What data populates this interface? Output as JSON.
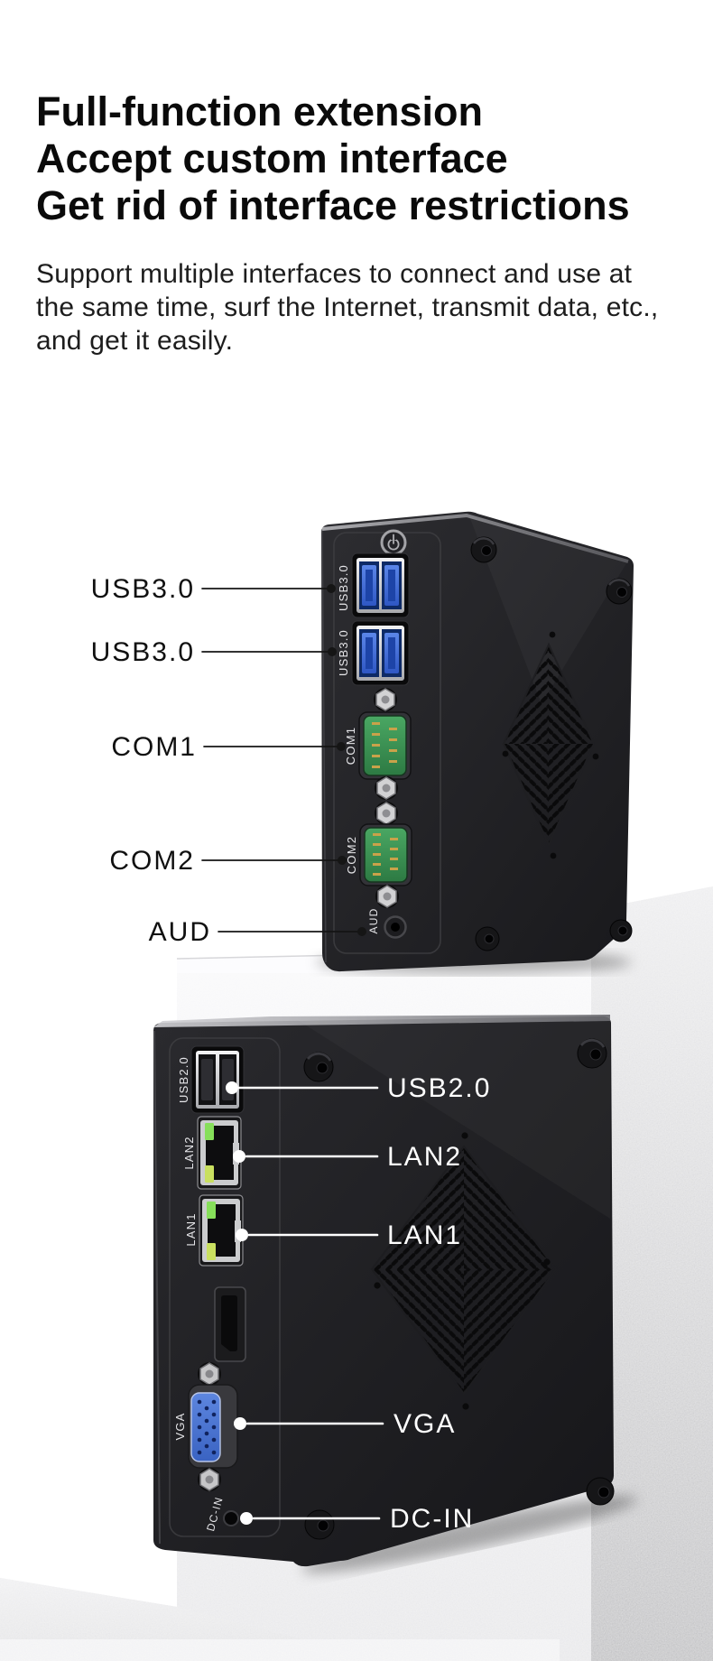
{
  "headline": {
    "line1": "Full-function extension",
    "line2": "Accept custom interface",
    "line3": "Get rid of interface restrictions"
  },
  "description": {
    "line1": "Support multiple interfaces to connect and use at",
    "line2": "the same time, surf the Internet, transmit data, etc.,",
    "line3": "and get it easily."
  },
  "device_top": {
    "labels": {
      "usb3_a": "USB3.0",
      "usb3_b": "USB3.0",
      "com1": "COM1",
      "com2": "COM2",
      "aud": "AUD"
    },
    "panel": {
      "usb3_a": "USB3.0",
      "usb3_b": "USB3.0",
      "com1": "COM1",
      "com2": "COM2",
      "aud": "AUD"
    }
  },
  "device_bottom": {
    "labels": {
      "usb2": "USB2.0",
      "lan2": "LAN2",
      "lan1": "LAN1",
      "vga": "VGA",
      "dcin": "DC-IN"
    },
    "panel": {
      "usb2": "USB2.0",
      "lan2": "LAN2",
      "lan1": "LAN1",
      "vga": "VGA",
      "dcin": "DC-IN"
    }
  },
  "colors": {
    "title_text": "#0a0a0a",
    "body_text": "#1d1d1d",
    "device_body": "#1f1f22",
    "label_dark": "#101010",
    "label_light": "#ffffff",
    "usb3_blue": "#3f6edb",
    "com_green": "#3f9b58",
    "vga_blue": "#4d79d0",
    "led_green": "#86df5a",
    "led_amber": "#c9e060",
    "bezel_silver": "#cfd0d2",
    "wall_gray": "#b9b9bb",
    "pedestal_white": "#f3f3f5"
  }
}
